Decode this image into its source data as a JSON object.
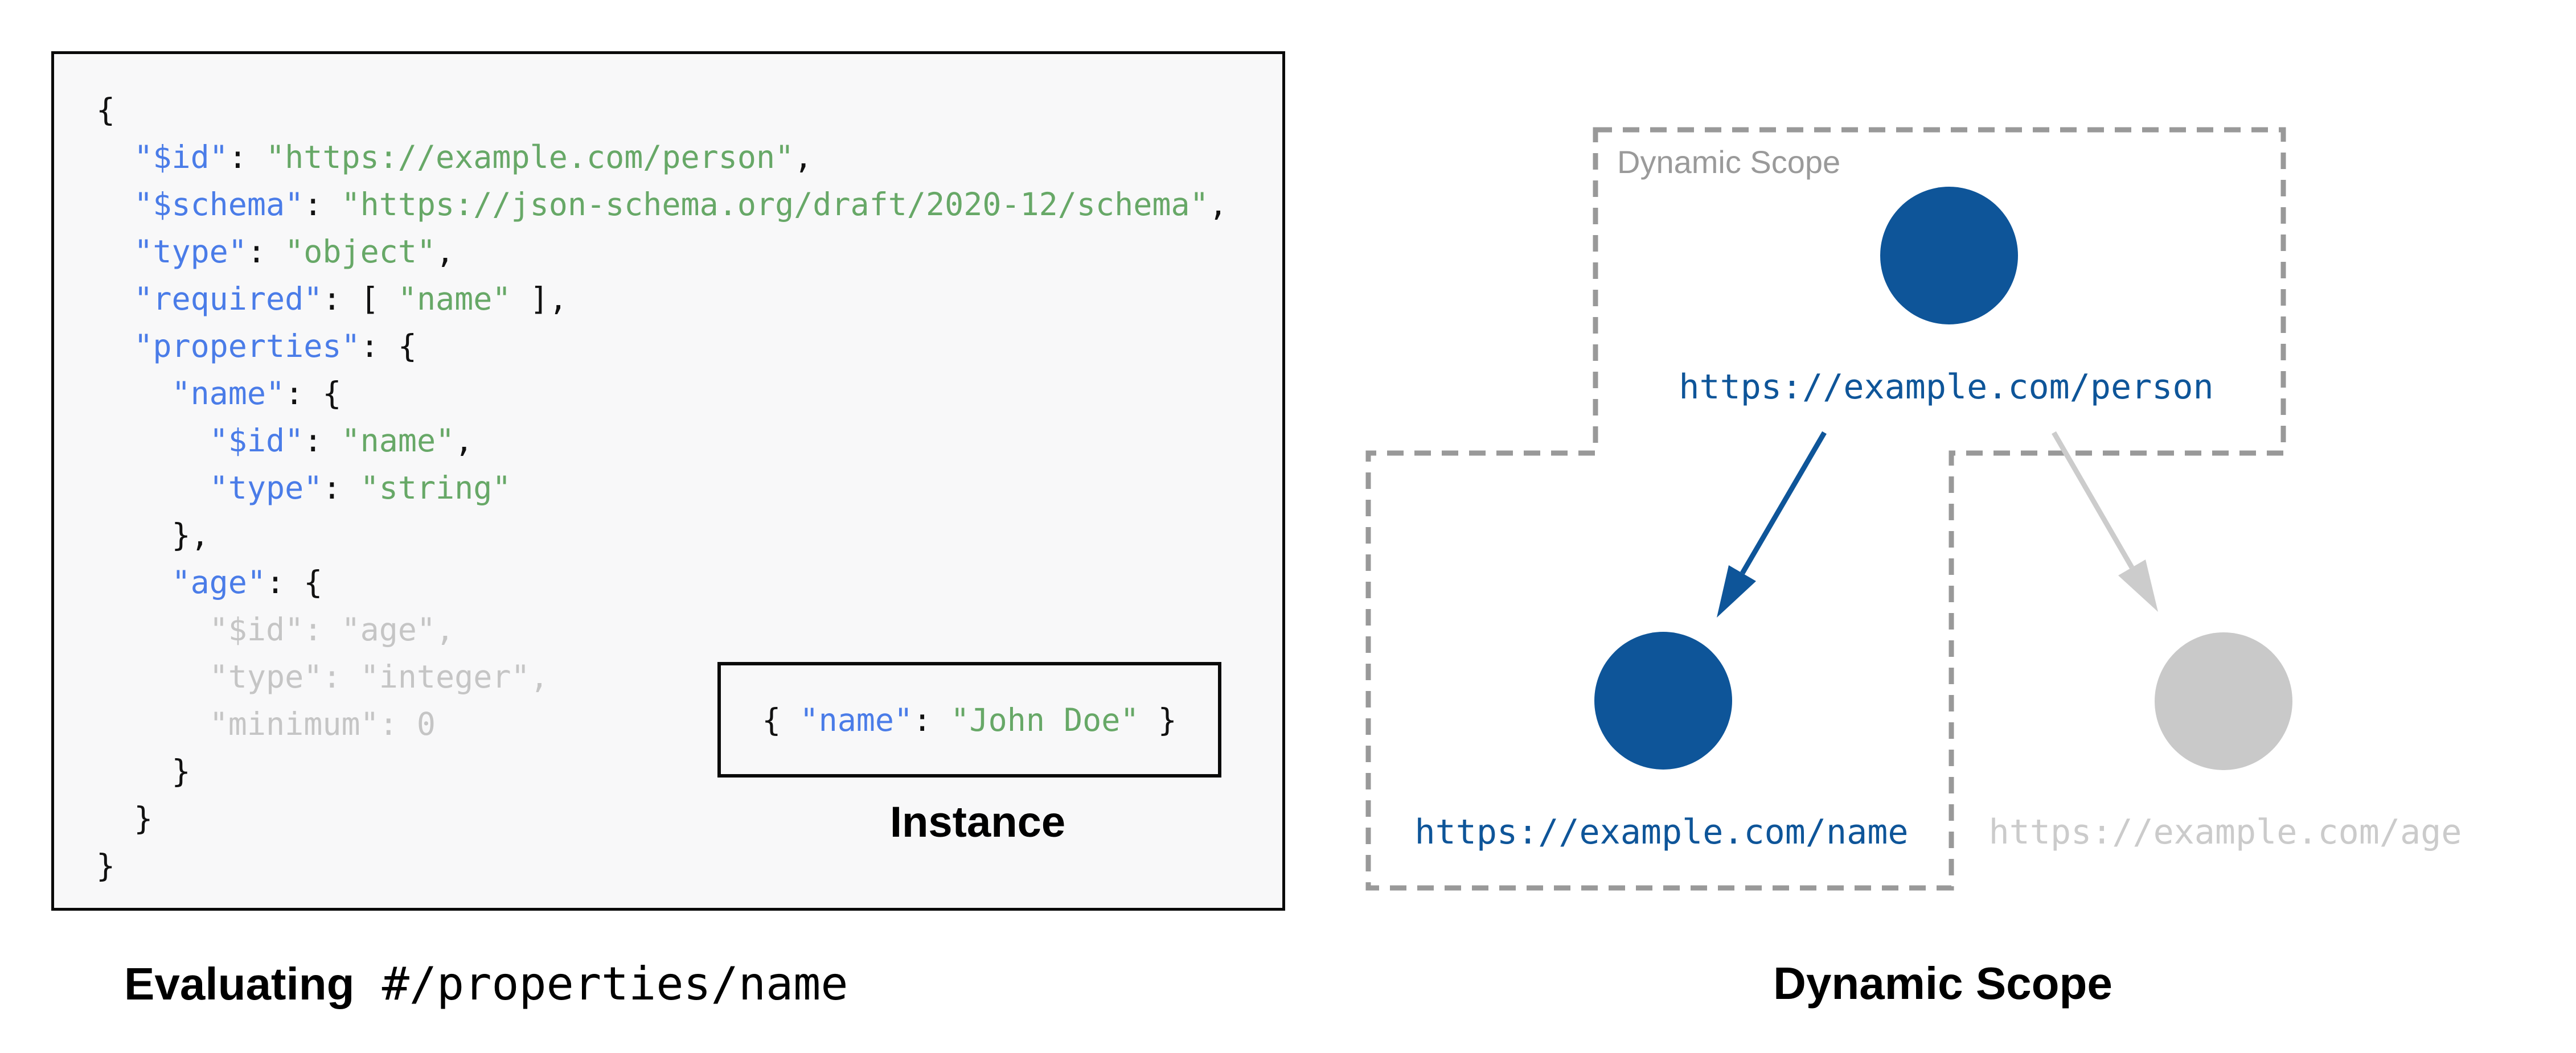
{
  "left_panel": {
    "code_lines": [
      [
        [
          "p",
          "{"
        ]
      ],
      [
        [
          "p",
          "  "
        ],
        [
          "k",
          "\"$id\""
        ],
        [
          "p",
          ": "
        ],
        [
          "s",
          "\"https://example.com/person\""
        ],
        [
          "p",
          ","
        ]
      ],
      [
        [
          "p",
          "  "
        ],
        [
          "k",
          "\"$schema\""
        ],
        [
          "p",
          ": "
        ],
        [
          "s",
          "\"https://json-schema.org/draft/2020-12/schema\""
        ],
        [
          "p",
          ","
        ]
      ],
      [
        [
          "p",
          "  "
        ],
        [
          "k",
          "\"type\""
        ],
        [
          "p",
          ": "
        ],
        [
          "s",
          "\"object\""
        ],
        [
          "p",
          ","
        ]
      ],
      [
        [
          "p",
          "  "
        ],
        [
          "k",
          "\"required\""
        ],
        [
          "p",
          ": [ "
        ],
        [
          "s",
          "\"name\""
        ],
        [
          "p",
          " ],"
        ]
      ],
      [
        [
          "p",
          "  "
        ],
        [
          "k",
          "\"properties\""
        ],
        [
          "p",
          ": {"
        ]
      ],
      [
        [
          "p",
          "    "
        ],
        [
          "k",
          "\"name\""
        ],
        [
          "p",
          ": {"
        ]
      ],
      [
        [
          "p",
          "      "
        ],
        [
          "k",
          "\"$id\""
        ],
        [
          "p",
          ": "
        ],
        [
          "s",
          "\"name\""
        ],
        [
          "p",
          ","
        ]
      ],
      [
        [
          "p",
          "      "
        ],
        [
          "k",
          "\"type\""
        ],
        [
          "p",
          ": "
        ],
        [
          "s",
          "\"string\""
        ]
      ],
      [
        [
          "p",
          "    },"
        ]
      ],
      [
        [
          "p",
          "    "
        ],
        [
          "k",
          "\"age\""
        ],
        [
          "p",
          ": {"
        ]
      ],
      [
        [
          "d",
          "      \"$id\": \"age\","
        ]
      ],
      [
        [
          "d",
          "      \"type\": \"integer\","
        ]
      ],
      [
        [
          "d",
          "      \"minimum\": 0"
        ]
      ],
      [
        [
          "p",
          "    }"
        ]
      ],
      [
        [
          "p",
          "  }"
        ]
      ],
      [
        [
          "p",
          "}"
        ]
      ]
    ],
    "instance": {
      "tokens": [
        [
          "p",
          "{ "
        ],
        [
          "k",
          "\"name\""
        ],
        [
          "p",
          ": "
        ],
        [
          "s",
          "\"John Doe\""
        ],
        [
          "p",
          " }"
        ]
      ],
      "label": "Instance"
    },
    "caption": {
      "bold": "Evaluating",
      "mono": " #/properties/name"
    }
  },
  "right_panel": {
    "scope_region_label": "Dynamic Scope",
    "nodes": {
      "person": {
        "url": "https://example.com/person",
        "state": "active"
      },
      "name": {
        "url": "https://example.com/name",
        "state": "active"
      },
      "age": {
        "url": "https://example.com/age",
        "state": "inactive"
      }
    },
    "caption": "Dynamic Scope"
  },
  "colors": {
    "accent_blue": "#0e5599",
    "code_key_blue": "#4a7ce8",
    "code_string_green": "#67a867",
    "code_dim_gray": "#c5c5c5",
    "dash_gray": "#999999",
    "inactive_gray": "#c9c9c9",
    "panel_background": "#f8f8f9"
  }
}
